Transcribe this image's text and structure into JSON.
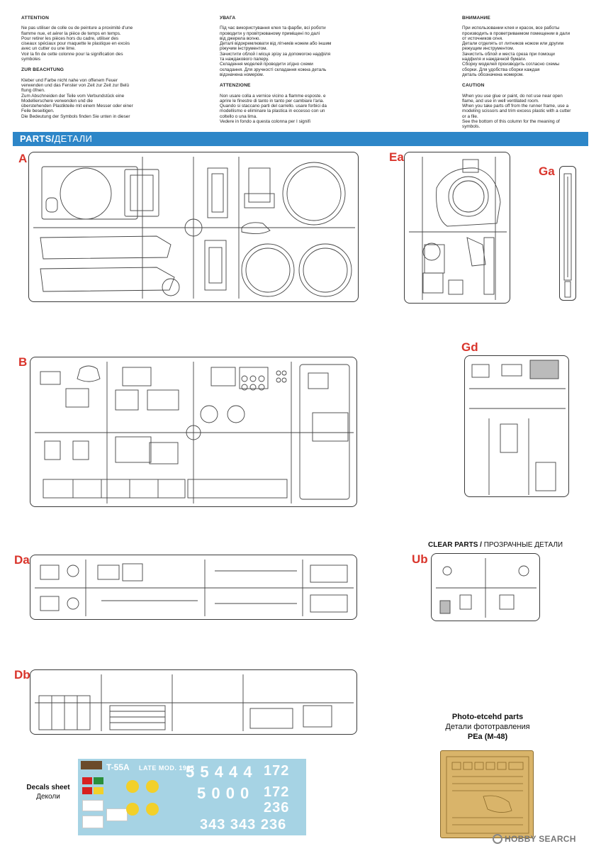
{
  "instructions": {
    "fr": {
      "title": "ATTENTION",
      "body": "Ne pas utiliser de colle ou de peinture a proximité d'une\nflamme nue, et aérer la pièce de temps en temps.\nPour retirer les pièces hors du cadre, utiliser des\nciseaux spéciaux pour maquette le plastique en excès\navec un cutter ou une lime.\nVoir la fin de cette colonne pour la signification des\nsymboles"
    },
    "de": {
      "title": "ZUR BEACHTUNG",
      "body": "Kleber und Farbe nicht nahe von offenem Feuer\nverwenden und das Fenster von Zeit zur Zeit zur Belü\nftung öfnen.\nZum Abschneiden  der Teile vom Verbundstück eine\nModellierschere   verwenden   und   die\nüberstehenden Plastikteile mit einem Messer oder einer\nFeile beseitigen.\nDie Bedeutung der Symbols finden Sie unten in dieser"
    },
    "ua": {
      "title": "УВАГА",
      "body": "Під час використування клея та фарби, всі роботи\nпроводити у провітрюваному   приміщені  по  далі\nвід джерела      вогню.\nДеталі відокремлювати від літників ножем або іншим\nріжучим інструментом.\nЗачистити облой і місця зрізу за допомогою надфіля\nта наждакового паперу.\nСкладення моделей проводити згідно  схеми\nскладання. Для зручності складання кожна деталь\nвідзначена номером."
    },
    "it": {
      "title": "ATTENZIONE",
      "body": "Non usare colla a vernice vicino a flamme esposte. e\naprire le finestre di tanto in tanto per cambiare l'aria.\nQuando si staccano parti del carrello. usare forbici da\nmodellismo e eliminare la plastica in eccesso con un\ncoltello o una lima.\nVedere in fondo a questa colonna per I signifi"
    },
    "ru": {
      "title": "ВНИМАНИЕ",
      "body": "При использовании клея и красок, все работы\nпроизводить в проветриваемом помещении в дали\nот источников огня.\nДетали отделять от литников ножом или другим\nрежущим инструментом.\nЗачистить облой и места среза при помощи\nнадфиля и наждачной бумаги.\nСборку моделей производить согласно схемы\nсборки. Для удобства сборки каждая\nдеталь обозначена номером."
    },
    "en": {
      "title": "CAUTION",
      "body": "When you use glue or paint, do not use near open\nflame, and use in well ventilated room.\nWhen you take parts off from the runner frame, use a\nmodeling scissors and trim excess plastic with a cutter\nor a file.\nSee the bottom of this column for the meaning of\nsymbols."
    }
  },
  "banner": {
    "bold": "PARTS/",
    "normal": "ДЕТАЛИ"
  },
  "sprue_letters": {
    "A": "A",
    "Ea": "Ea",
    "Ga": "Ga",
    "B": "B",
    "Gd": "Gd",
    "Da": "Da",
    "Ub": "Ub",
    "Db": "Db"
  },
  "clear_parts": {
    "bold": "CLEAR PARTS / ",
    "normal": "ПРОЗРАЧНЫЕ ДЕТАЛИ"
  },
  "photo_etched": {
    "line1": "Photo-etcehd parts",
    "line2": "Детали фототравления",
    "line3": "PEa (M-48)"
  },
  "decals": {
    "caption_en": "Decals sheet",
    "caption_ru": "Деколи",
    "title": "T-55A",
    "subtitle": "LATE MOD. 1965",
    "row1": "5 5 4 4 4",
    "row1b": "172",
    "row2": "5 0 0 0",
    "row2b": "172",
    "row3b": "236",
    "row4": "343 343 236"
  },
  "watermark": "HOBBY SEARCH"
}
